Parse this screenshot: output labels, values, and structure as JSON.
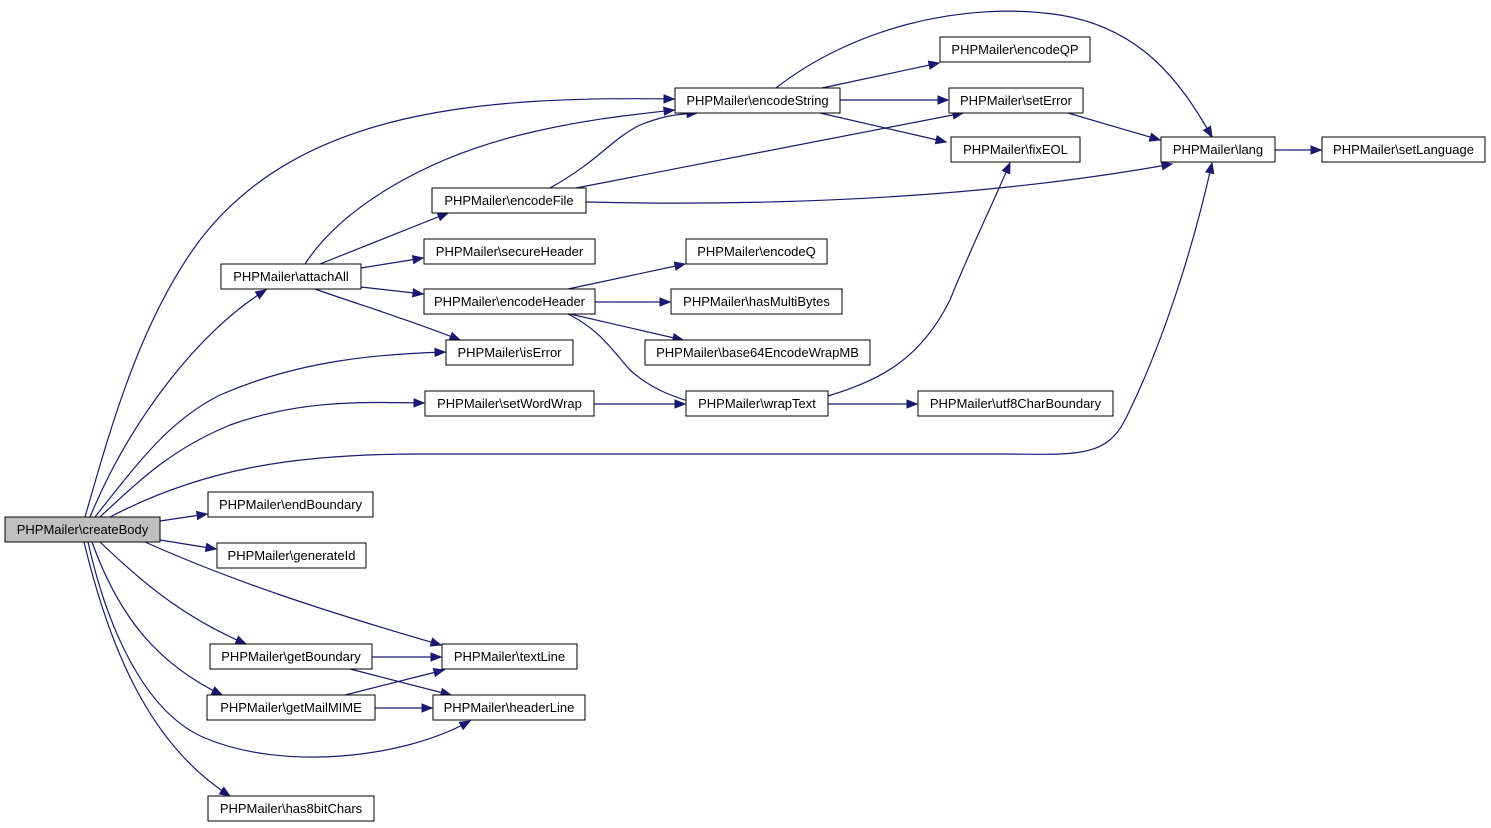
{
  "diagram": {
    "colors": {
      "edge": "#191970",
      "node_border": "#000000",
      "node_fill": "#ffffff",
      "root_fill": "#bfbfbf",
      "text": "#000000"
    },
    "nodes": [
      {
        "id": "createBody",
        "label": "PHPMailer\\createBody",
        "root": true
      },
      {
        "id": "attachAll",
        "label": "PHPMailer\\attachAll"
      },
      {
        "id": "encodeString",
        "label": "PHPMailer\\encodeString"
      },
      {
        "id": "encodeQP",
        "label": "PHPMailer\\encodeQP"
      },
      {
        "id": "setError",
        "label": "PHPMailer\\setError"
      },
      {
        "id": "fixEOL",
        "label": "PHPMailer\\fixEOL"
      },
      {
        "id": "lang",
        "label": "PHPMailer\\lang"
      },
      {
        "id": "setLanguage",
        "label": "PHPMailer\\setLanguage"
      },
      {
        "id": "encodeFile",
        "label": "PHPMailer\\encodeFile"
      },
      {
        "id": "secureHeader",
        "label": "PHPMailer\\secureHeader"
      },
      {
        "id": "encodeHeader",
        "label": "PHPMailer\\encodeHeader"
      },
      {
        "id": "encodeQ",
        "label": "PHPMailer\\encodeQ"
      },
      {
        "id": "hasMultiBytes",
        "label": "PHPMailer\\hasMultiBytes"
      },
      {
        "id": "base64EncodeWrapMB",
        "label": "PHPMailer\\base64EncodeWrapMB"
      },
      {
        "id": "isError",
        "label": "PHPMailer\\isError"
      },
      {
        "id": "setWordWrap",
        "label": "PHPMailer\\setWordWrap"
      },
      {
        "id": "wrapText",
        "label": "PHPMailer\\wrapText"
      },
      {
        "id": "utf8CharBoundary",
        "label": "PHPMailer\\utf8CharBoundary"
      },
      {
        "id": "endBoundary",
        "label": "PHPMailer\\endBoundary"
      },
      {
        "id": "generateId",
        "label": "PHPMailer\\generateId"
      },
      {
        "id": "getBoundary",
        "label": "PHPMailer\\getBoundary"
      },
      {
        "id": "textLine",
        "label": "PHPMailer\\textLine"
      },
      {
        "id": "getMailMIME",
        "label": "PHPMailer\\getMailMIME"
      },
      {
        "id": "headerLine",
        "label": "PHPMailer\\headerLine"
      },
      {
        "id": "has8bitChars",
        "label": "PHPMailer\\has8bitChars"
      }
    ],
    "edges": [
      {
        "from": "createBody",
        "to": "encodeString"
      },
      {
        "from": "createBody",
        "to": "attachAll"
      },
      {
        "from": "createBody",
        "to": "isError"
      },
      {
        "from": "createBody",
        "to": "setWordWrap"
      },
      {
        "from": "createBody",
        "to": "lang"
      },
      {
        "from": "createBody",
        "to": "endBoundary"
      },
      {
        "from": "createBody",
        "to": "generateId"
      },
      {
        "from": "createBody",
        "to": "textLine"
      },
      {
        "from": "createBody",
        "to": "getBoundary"
      },
      {
        "from": "createBody",
        "to": "getMailMIME"
      },
      {
        "from": "createBody",
        "to": "headerLine"
      },
      {
        "from": "createBody",
        "to": "has8bitChars"
      },
      {
        "from": "attachAll",
        "to": "encodeString"
      },
      {
        "from": "attachAll",
        "to": "encodeFile"
      },
      {
        "from": "attachAll",
        "to": "secureHeader"
      },
      {
        "from": "attachAll",
        "to": "encodeHeader"
      },
      {
        "from": "attachAll",
        "to": "isError"
      },
      {
        "from": "encodeString",
        "to": "encodeQP"
      },
      {
        "from": "encodeString",
        "to": "setError"
      },
      {
        "from": "encodeString",
        "to": "fixEOL"
      },
      {
        "from": "encodeString",
        "to": "lang"
      },
      {
        "from": "setError",
        "to": "lang"
      },
      {
        "from": "lang",
        "to": "setLanguage"
      },
      {
        "from": "encodeFile",
        "to": "encodeString"
      },
      {
        "from": "encodeFile",
        "to": "setError"
      },
      {
        "from": "encodeFile",
        "to": "lang"
      },
      {
        "from": "encodeHeader",
        "to": "encodeQ"
      },
      {
        "from": "encodeHeader",
        "to": "hasMultiBytes"
      },
      {
        "from": "encodeHeader",
        "to": "base64EncodeWrapMB"
      },
      {
        "from": "encodeHeader",
        "to": "wrapText"
      },
      {
        "from": "setWordWrap",
        "to": "wrapText"
      },
      {
        "from": "wrapText",
        "to": "fixEOL"
      },
      {
        "from": "wrapText",
        "to": "utf8CharBoundary"
      },
      {
        "from": "getBoundary",
        "to": "textLine"
      },
      {
        "from": "getBoundary",
        "to": "headerLine"
      },
      {
        "from": "getMailMIME",
        "to": "textLine"
      },
      {
        "from": "getMailMIME",
        "to": "headerLine"
      }
    ]
  }
}
